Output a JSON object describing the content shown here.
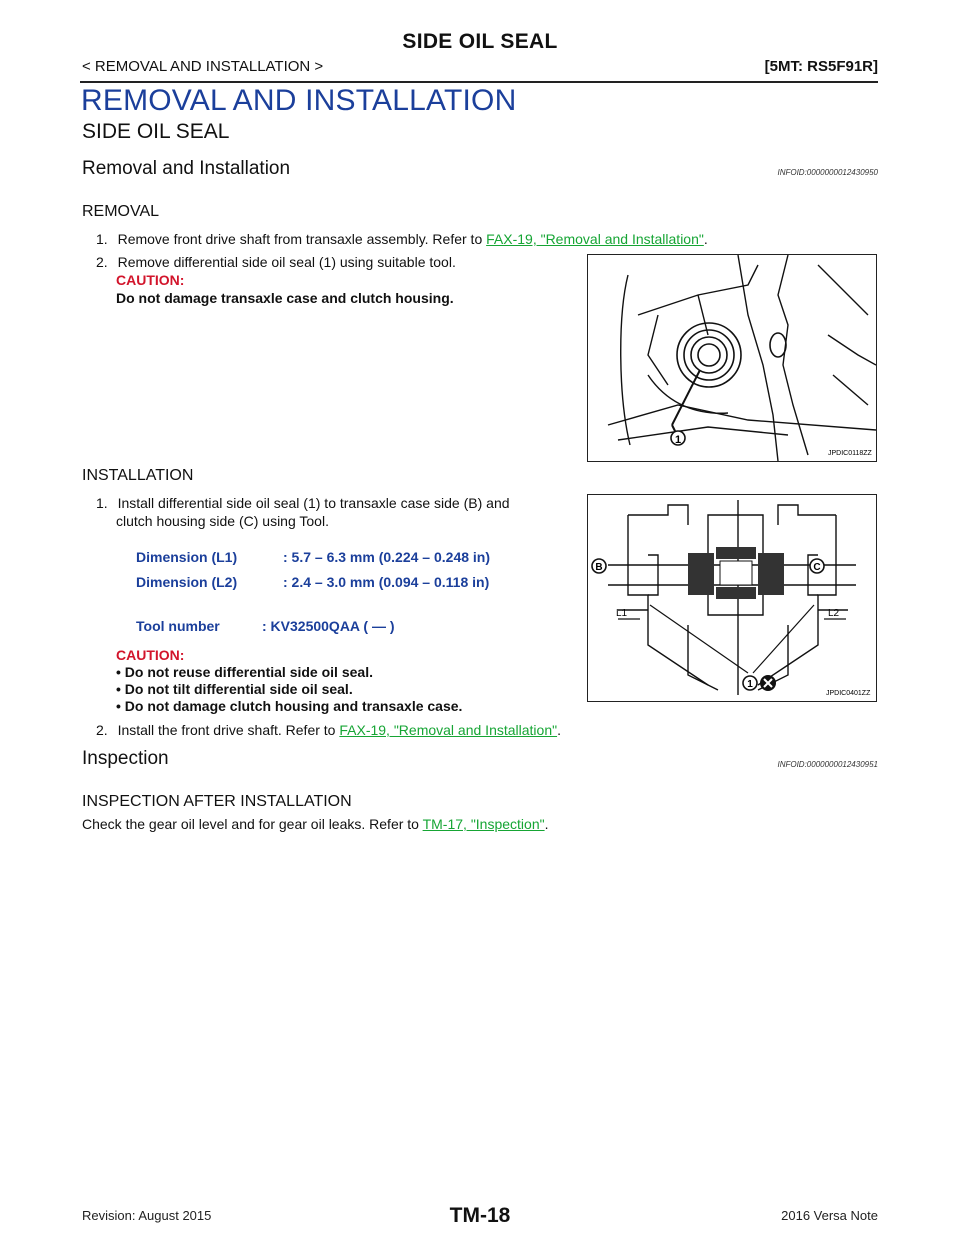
{
  "header": {
    "title": "SIDE OIL SEAL",
    "breadcrumb": "< REMOVAL AND INSTALLATION >",
    "model": "[5MT: RS5F91R]"
  },
  "section_title": "REMOVAL AND INSTALLATION",
  "subsection_title": "SIDE OIL SEAL",
  "removal_installation": {
    "heading": "Removal and Installation",
    "infoid": "INFOID:0000000012430950",
    "removal": {
      "heading": "REMOVAL",
      "step1": {
        "num": "1.",
        "text": "Remove front drive shaft from transaxle assembly. Refer to ",
        "link": "FAX-19, \"Removal and Installation\"",
        "end": "."
      },
      "step2": {
        "num": "2.",
        "text": "Remove differential side oil seal (1) using suitable tool.",
        "caution_label": "CAUTION:",
        "caution_text": "Do not damage transaxle case and clutch housing."
      },
      "figure": {
        "callout": "1",
        "id": "JPDIC0118ZZ"
      }
    },
    "installation": {
      "heading": "INSTALLATION",
      "step1": {
        "num": "1.",
        "text_line1": "Install differential side oil seal (1) to transaxle case side (B) and",
        "text_line2": "clutch housing side (C) using Tool."
      },
      "specs": [
        {
          "label": "Dimension (L1)",
          "value": ": 5.7 – 6.3 mm (0.224 – 0.248 in)"
        },
        {
          "label": "Dimension (L2)",
          "value": ": 2.4 – 3.0 mm (0.094 – 0.118 in)"
        }
      ],
      "tool": {
        "label": "Tool number",
        "value": ": KV32500QAA (  —  )"
      },
      "caution_label": "CAUTION:",
      "cautions": [
        "Do not reuse differential side oil seal.",
        "Do not tilt differential side oil seal.",
        "Do not damage clutch housing and transaxle case."
      ],
      "step2": {
        "num": "2.",
        "text": "Install the front drive shaft. Refer to ",
        "link": "FAX-19, \"Removal and Installation\"",
        "end": "."
      },
      "figure": {
        "label_b": "B",
        "label_c": "C",
        "label_l1": "L1",
        "label_l2": "L2",
        "callout": "1",
        "id": "JPDIC0401ZZ"
      }
    }
  },
  "inspection": {
    "heading": "Inspection",
    "infoid": "INFOID:0000000012430951",
    "subheading": "INSPECTION AFTER INSTALLATION",
    "text": "Check the gear oil level and for gear oil leaks. Refer to ",
    "link": "TM-17, \"Inspection\"",
    "end": "."
  },
  "footer": {
    "revision": "Revision: August 2015",
    "page": "TM-18",
    "vehicle": "2016 Versa Note"
  }
}
